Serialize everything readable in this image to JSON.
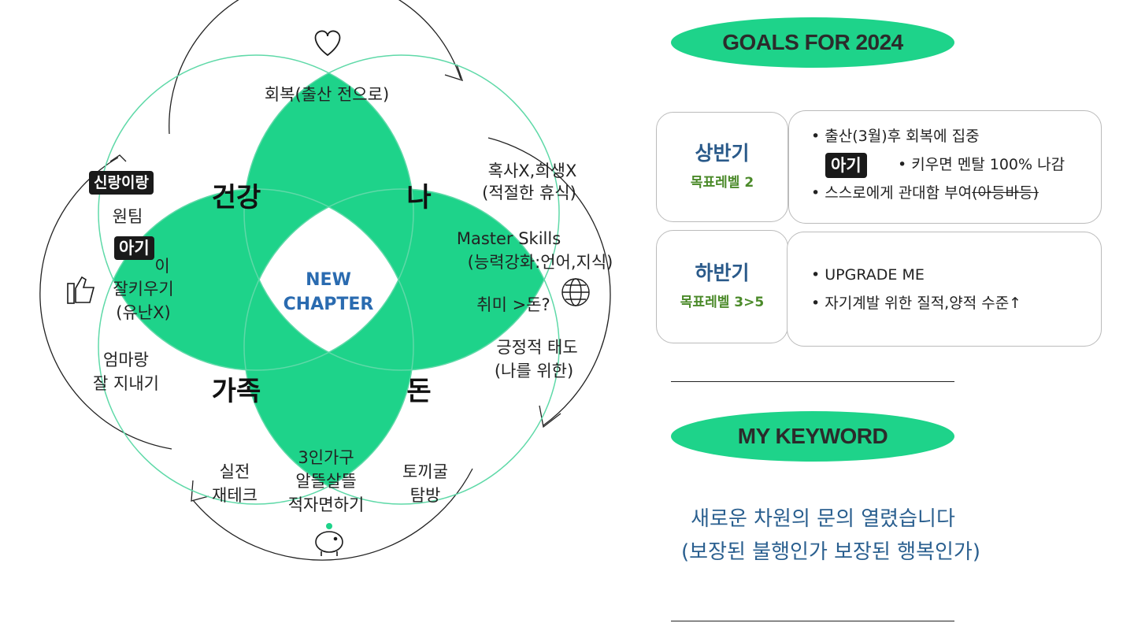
{
  "venn": {
    "center_label": [
      "NEW",
      "CHAPTER"
    ],
    "circles": [
      "건강",
      "나",
      "가족",
      "돈"
    ],
    "top_text": "회복(출산 전으로)",
    "right_texts": [
      "혹사X,희생X",
      "(적절한 휴식)",
      "Master Skills",
      "(능력강화:언어,지식)",
      "취미 >돈?",
      "긍정적 태도",
      "(나를 위한)"
    ],
    "left_texts": [
      "원팀",
      "이",
      "잘키우기",
      "(유난X)",
      "엄마랑",
      "잘 지내기"
    ],
    "bottom_texts": [
      "실전",
      "재테크",
      "3인가구",
      "알뜰살뜰",
      "적자면하기",
      "토끼굴",
      "탐방"
    ],
    "tags": [
      "신랑이랑",
      "아기",
      "아기"
    ],
    "icons": [
      "heart-icon",
      "thumbs-up-icon",
      "globe-icon",
      "piggy-bank-icon"
    ],
    "colors": {
      "accent": "#1ed38a",
      "outline": "#5fd9a8",
      "center_text": "#2a6bb0"
    }
  },
  "goals": {
    "title": "GOALS FOR 2024",
    "rows": [
      {
        "term": "상반기",
        "level": "목표레벨 2",
        "bullets": [
          "출산(3월)후 회복에 집중",
          "키우면 멘탈 100% 나감",
          "스스로에게 관대함 부여",
          "(아등바등)"
        ]
      },
      {
        "term": "하반기",
        "level": "목표레벨 3>5",
        "bullets": [
          "UPGRADE ME",
          "자기계발 위한 질적,양적 수준↑"
        ]
      }
    ]
  },
  "keyword": {
    "title": "MY KEYWORD",
    "lines": [
      "새로운 차원의 문의 열렸습니다",
      "(보장된 불행인가 보장된 행복인가)"
    ]
  }
}
